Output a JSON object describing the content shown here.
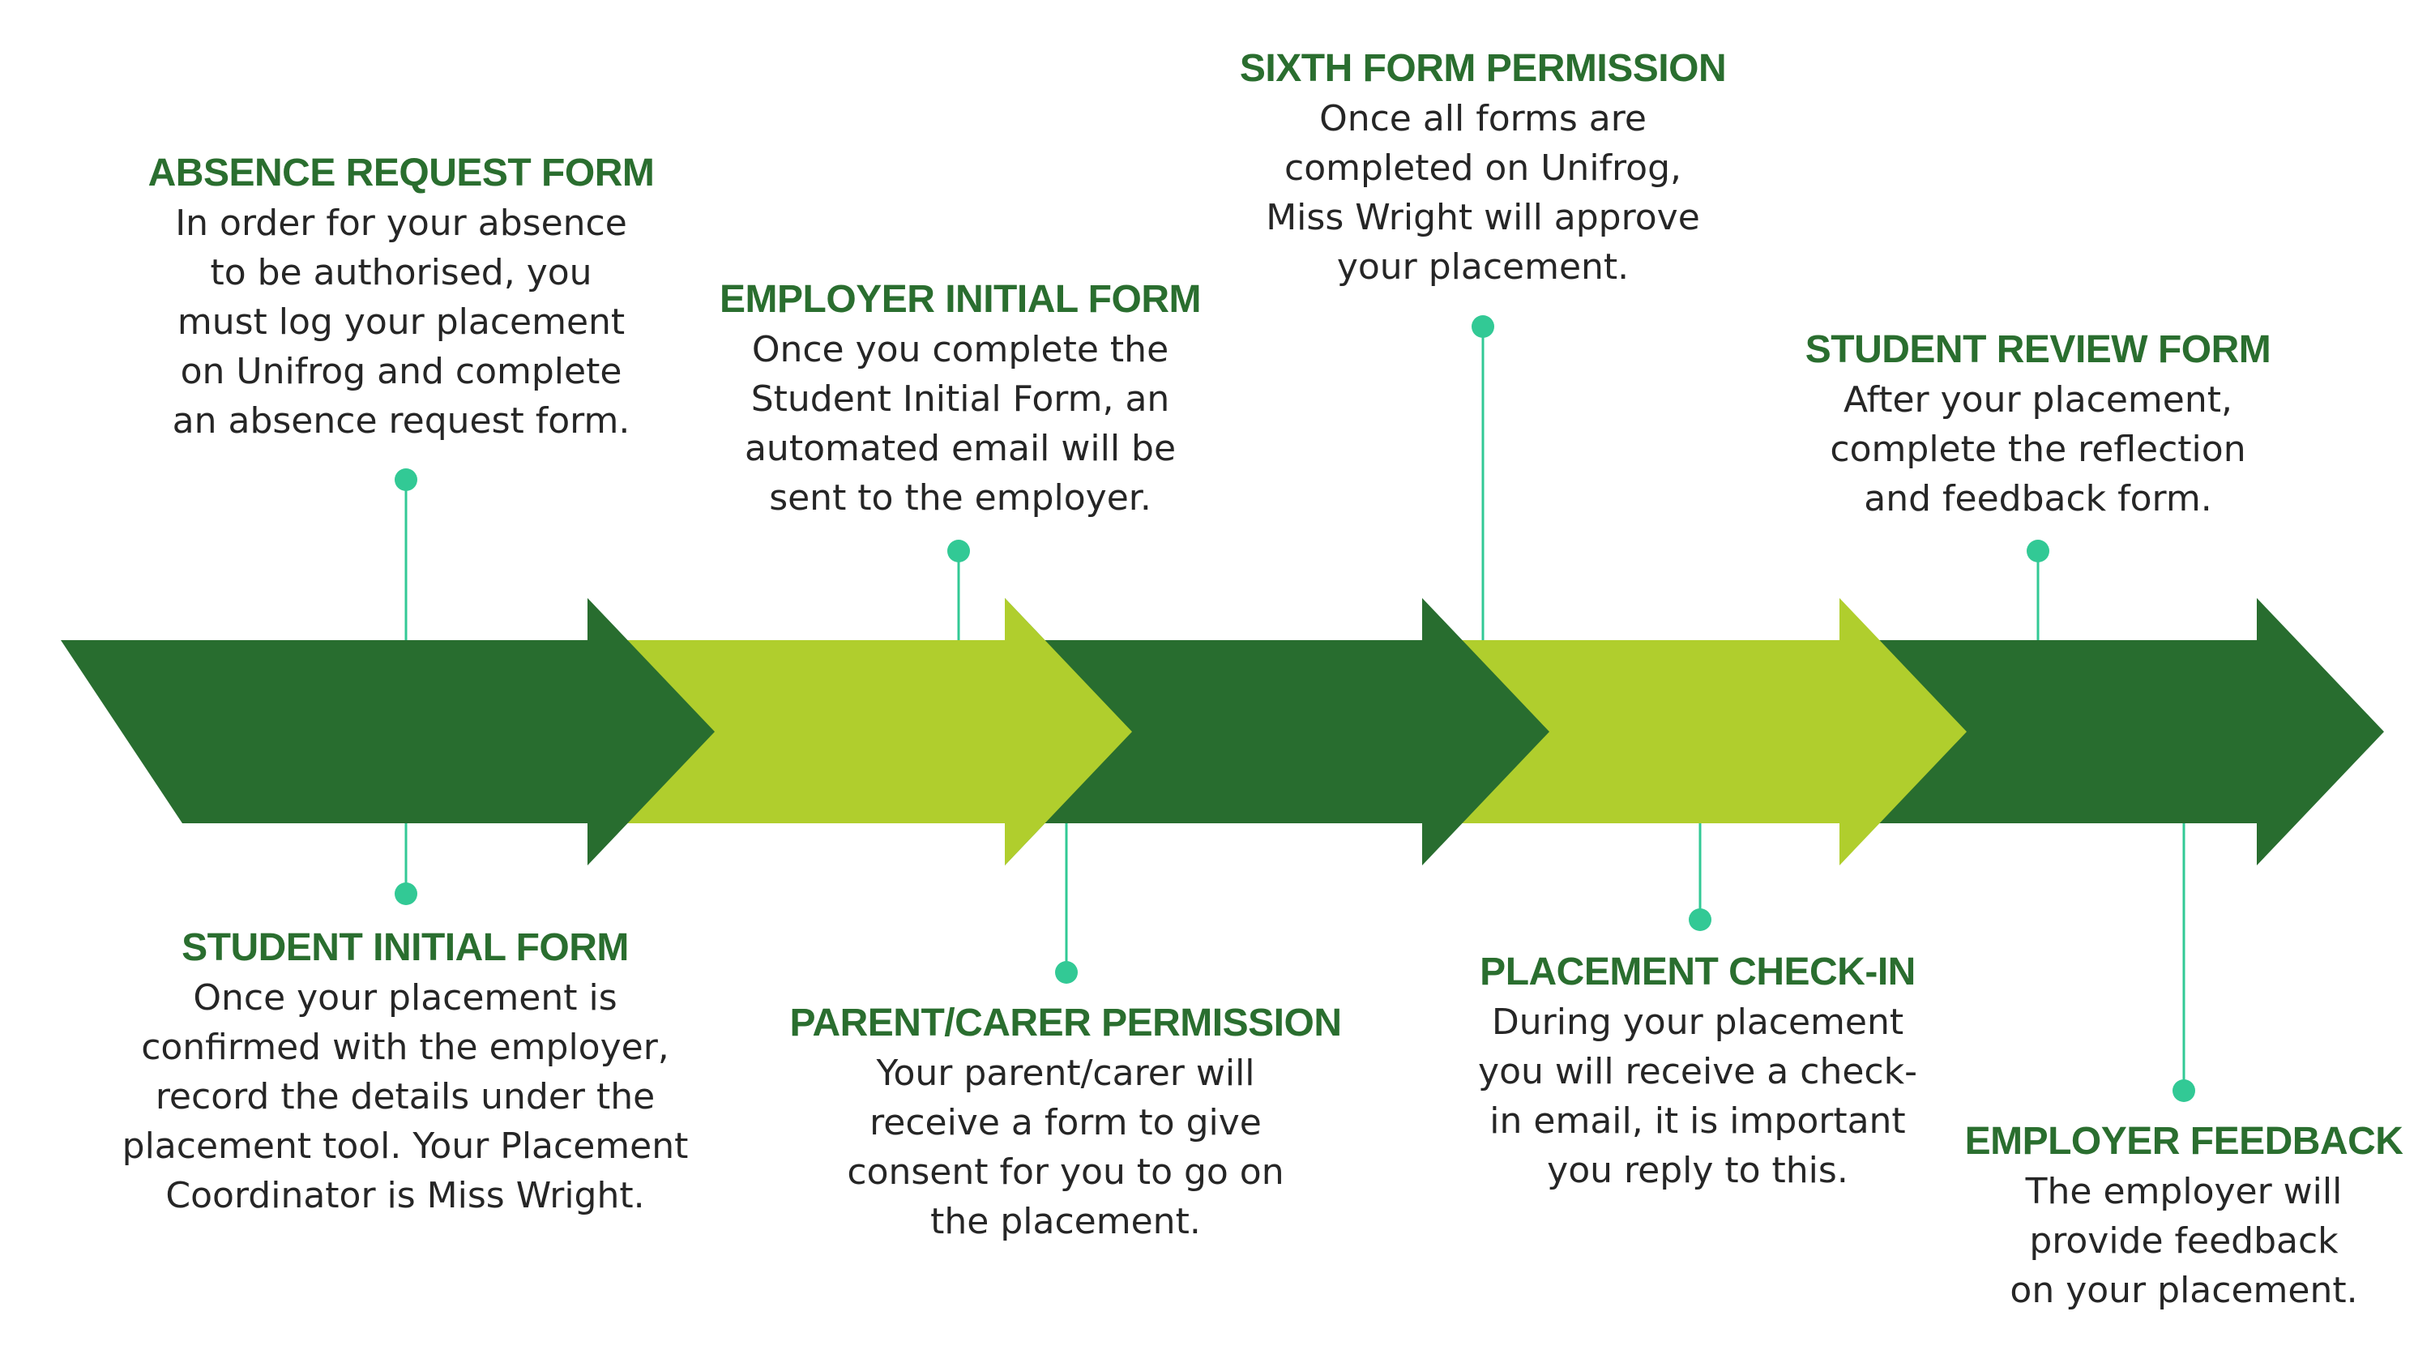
{
  "colors": {
    "dark_green": "#286d2f",
    "lime_green": "#b0ce2d",
    "title_green": "#2a6e2f",
    "connector_teal": "#32c995",
    "body_text": "#262626"
  },
  "steps": [
    {
      "title": "ABSENCE REQUEST FORM",
      "lines": [
        "In order for your absence",
        "to be authorised, you",
        "must log your placement",
        "on Unifrog and complete",
        "an absence request form."
      ]
    },
    {
      "title": "STUDENT INITIAL FORM",
      "lines": [
        "Once your placement is",
        "confirmed with the employer,",
        "record the details under the",
        "placement tool. Your Placement",
        "Coordinator is Miss Wright."
      ]
    },
    {
      "title": "EMPLOYER INITIAL FORM",
      "lines": [
        "Once you complete the",
        "Student Initial Form, an",
        "automated email will be",
        "sent to the employer."
      ]
    },
    {
      "title": "PARENT/CARER PERMISSION",
      "lines": [
        "Your parent/carer will",
        "receive a form to give",
        "consent for you to go on",
        "the placement."
      ]
    },
    {
      "title": "SIXTH FORM PERMISSION",
      "lines": [
        "Once all forms are",
        "completed on Unifrog,",
        "Miss Wright will approve",
        "your placement."
      ]
    },
    {
      "title": "PLACEMENT CHECK-IN",
      "lines": [
        "During your placement",
        "you will receive a check-",
        "in email, it is important",
        "you reply to this."
      ]
    },
    {
      "title": "STUDENT REVIEW FORM",
      "lines": [
        "After your placement,",
        "complete the reflection",
        "and feedback form."
      ]
    },
    {
      "title": "EMPLOYER FEEDBACK",
      "lines": [
        "The employer will",
        "provide feedback",
        "on your placement."
      ]
    }
  ]
}
